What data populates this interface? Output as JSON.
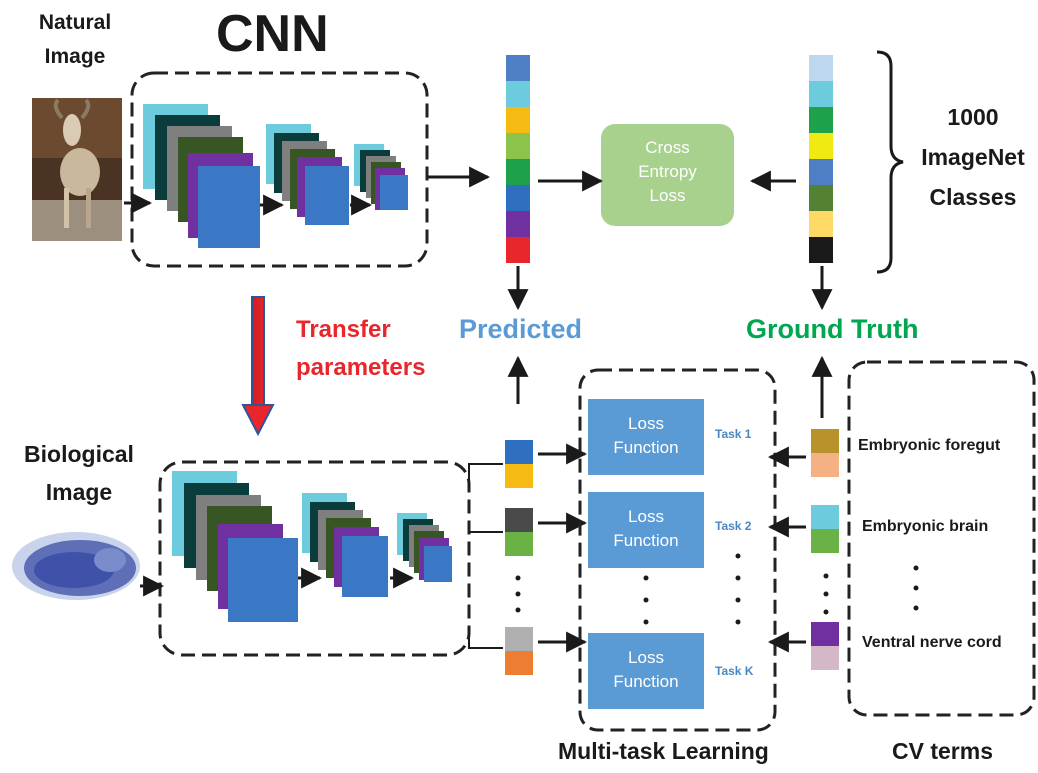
{
  "labels": {
    "natural_image": "Natural\nImage",
    "cnn": "CNN",
    "biological_image": "Biological\nImage",
    "transfer": "Transfer\nparameters",
    "predicted": "Predicted",
    "ground_truth": "Ground Truth",
    "cross_entropy": "Cross\nEntropy\nLoss",
    "imagenet_classes": "1000\nImageNet\nClasses",
    "loss_function": "Loss\nFunction",
    "task1": "Task 1",
    "task2": "Task 2",
    "taskk": "Task K",
    "multitask": "Multi-task Learning",
    "cv_terms": "CV terms",
    "term1": "Embryonic foregut",
    "term2": "Embryonic brain",
    "term3": "Ventral nerve cord"
  },
  "colors": {
    "predicted_text": "#5b9bd5",
    "ground_truth_text": "#00a650",
    "transfer_text": "#e8262b",
    "loss_box": "#5b9bd5",
    "cross_entropy_box": "#a9d18e",
    "predicted_bar": [
      "#4e7fc5",
      "#6ccbdc",
      "#f5bb13",
      "#8cc34a",
      "#1da24b",
      "#2f6fc0",
      "#7030a0",
      "#e8262b"
    ],
    "ground_truth_bar": [
      "#bdd7ee",
      "#6ccbdc",
      "#1da24b",
      "#f0e912",
      "#4e7fc5",
      "#548235",
      "#ffd966",
      "#1a1a1a"
    ],
    "task1_pred": [
      "#2f6fc0",
      "#f5bb13"
    ],
    "task2_pred": [
      "#4a4a4a",
      "#6bb246"
    ],
    "taskk_pred": [
      "#b0b0b0",
      "#ed7d31"
    ],
    "task1_truth": [
      "#b8922b",
      "#f4b183"
    ],
    "task2_truth": [
      "#6ccbdc",
      "#6bb246"
    ],
    "taskk_truth": [
      "#7030a0",
      "#d5b8c7"
    ]
  }
}
